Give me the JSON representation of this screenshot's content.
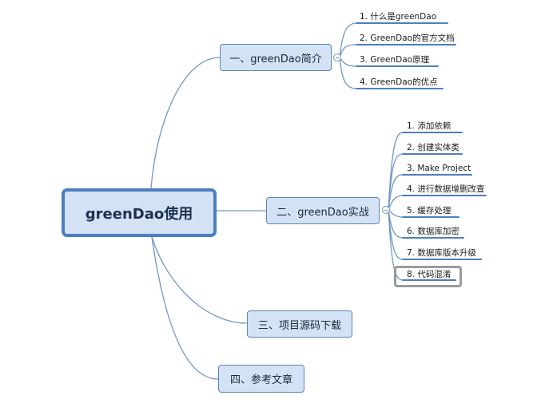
{
  "root": {
    "label": "greenDao使用"
  },
  "branches": [
    {
      "label": "一、greenDao简介",
      "children": [
        "1. 什么是greenDao",
        "2. GreenDao的官方文档",
        "3. GreenDao原理",
        "4. GreenDao的优点"
      ]
    },
    {
      "label": "二、greenDao实战",
      "children": [
        "1. 添加依赖",
        "2. 创建实体类",
        "3. Make Project",
        "4. 进行数据增删改查",
        "5. 缓存处理",
        "6. 数据库加密",
        "7. 数据库版本升级",
        "8. 代码混淆"
      ]
    },
    {
      "label": "三、项目源码下载",
      "children": []
    },
    {
      "label": "四、参考文章",
      "children": []
    }
  ],
  "colors": {
    "accent": "#4c7fbf",
    "node_fill": "#d3e2f4",
    "selected_outline": "#9a9a9a"
  },
  "selected_leaf": "8. 代码混淆"
}
